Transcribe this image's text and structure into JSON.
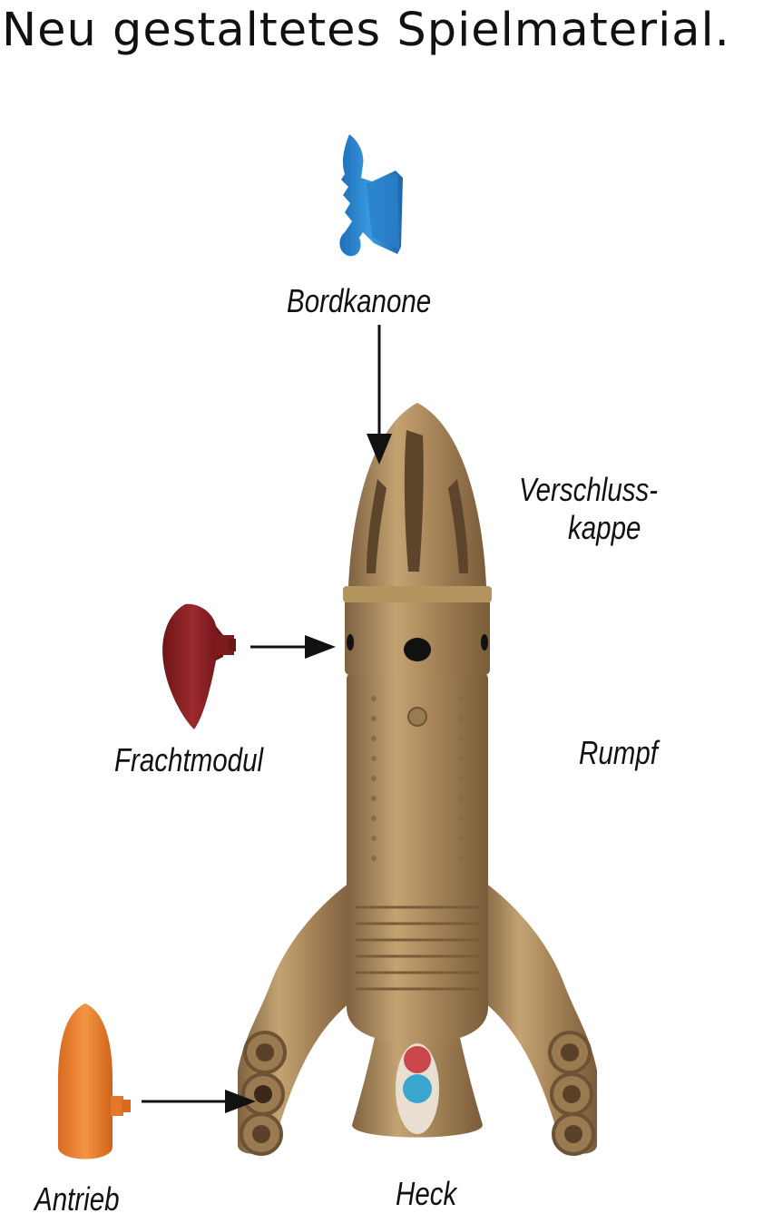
{
  "headline": "Neu gestaltetes Spielmaterial.",
  "labels": {
    "bordkanone": "Bordkanone",
    "verschluss_line1": "Verschluss-",
    "verschluss_line2": "kappe",
    "frachtmodul": "Frachtmodul",
    "rumpf": "Rumpf",
    "antrieb": "Antrieb",
    "heck": "Heck"
  },
  "colors": {
    "rocket_bronze": "#a8865a",
    "cannon_blue": "#2e86d0",
    "cargo_red": "#8b1e22",
    "drive_orange": "#e87a2c",
    "ball_red": "#c9474b",
    "ball_blue": "#3aa6cf"
  }
}
